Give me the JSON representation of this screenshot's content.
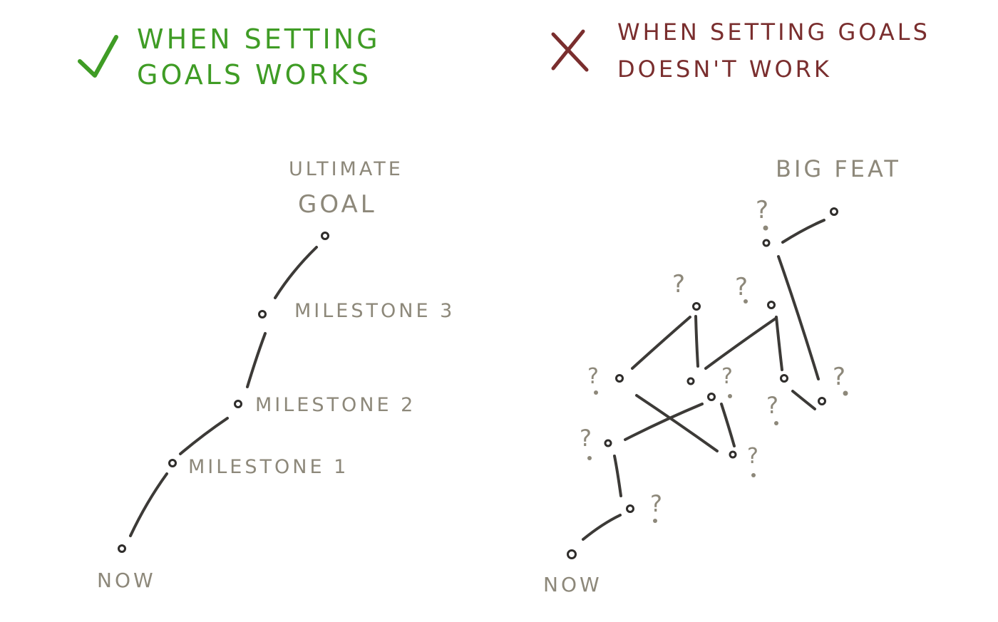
{
  "left_panel": {
    "heading_line1": "WHEN SETTING",
    "heading_line2": "GOALS WORKS",
    "mark": "check-icon",
    "goal_line1": "ULTIMATE",
    "goal_line2": "GOAL",
    "milestone3": "MILESTONE 3",
    "milestone2": "MILESTONE 2",
    "milestone1": "MILESTONE 1",
    "start": "NOW"
  },
  "right_panel": {
    "heading_line1": "WHEN SETTING GOALS",
    "heading_line2": "DOESN'T WORK",
    "mark": "cross-icon",
    "goal": "BIG FEAT",
    "question": "?",
    "start": "NOW"
  },
  "colors": {
    "works": "#3f9c25",
    "fails": "#7a2e2e",
    "label": "#8d887a",
    "line": "#3c3a37"
  }
}
